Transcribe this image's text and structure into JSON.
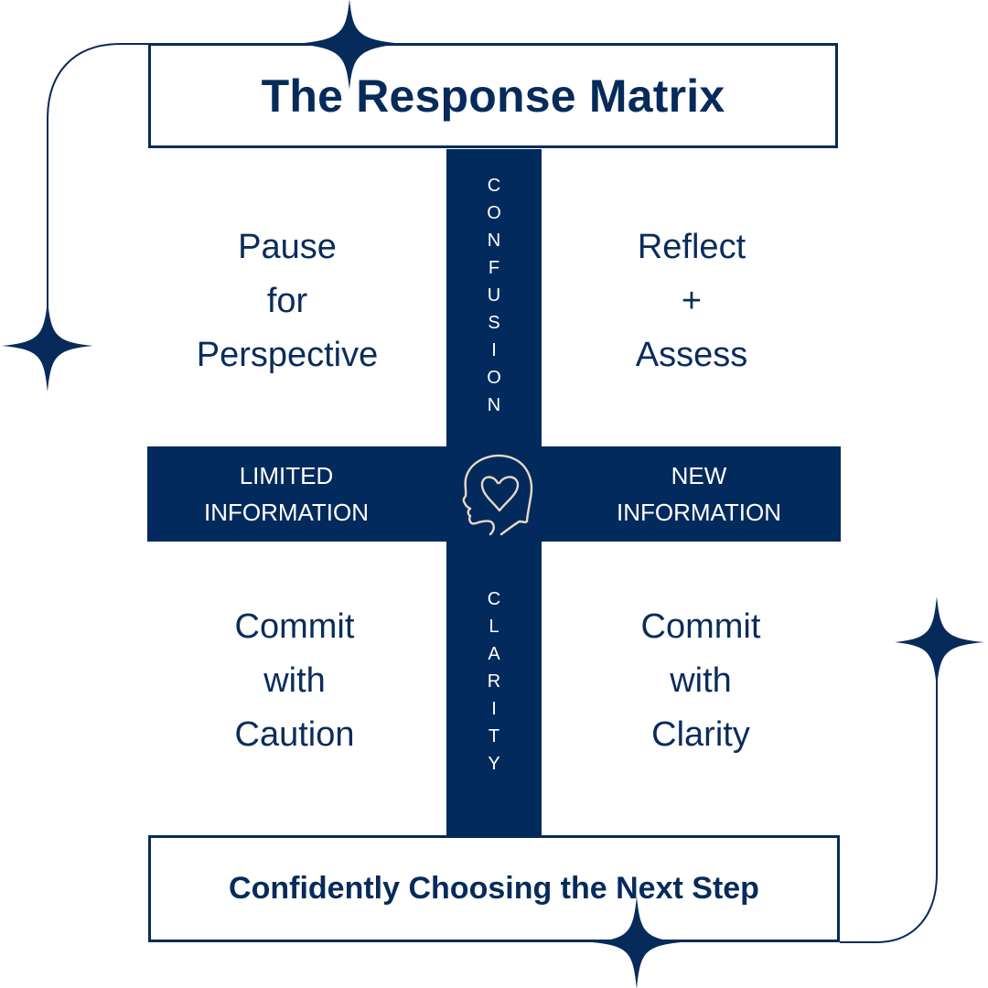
{
  "title": "The Response Matrix",
  "footer": "Confidently Choosing the Next Step",
  "vertical_axis": {
    "top_label": "CONFUSION",
    "bottom_label": "CLARITY"
  },
  "horizontal_axis": {
    "left_label": [
      "LIMITED",
      "INFORMATION"
    ],
    "right_label": [
      "NEW",
      "INFORMATION"
    ]
  },
  "quadrants": {
    "top_left": [
      "Pause",
      "for",
      "Perspective"
    ],
    "top_right": [
      "Reflect",
      "+",
      "Assess"
    ],
    "bottom_left": [
      "Commit",
      "with",
      "Caution"
    ],
    "bottom_right": [
      "Commit",
      "with",
      "Clarity"
    ]
  },
  "center_icon": "head-with-heart-icon",
  "colors": {
    "navy": "#032a5c",
    "icon_stroke": "#e8d8c6",
    "background": "#ffffff"
  }
}
